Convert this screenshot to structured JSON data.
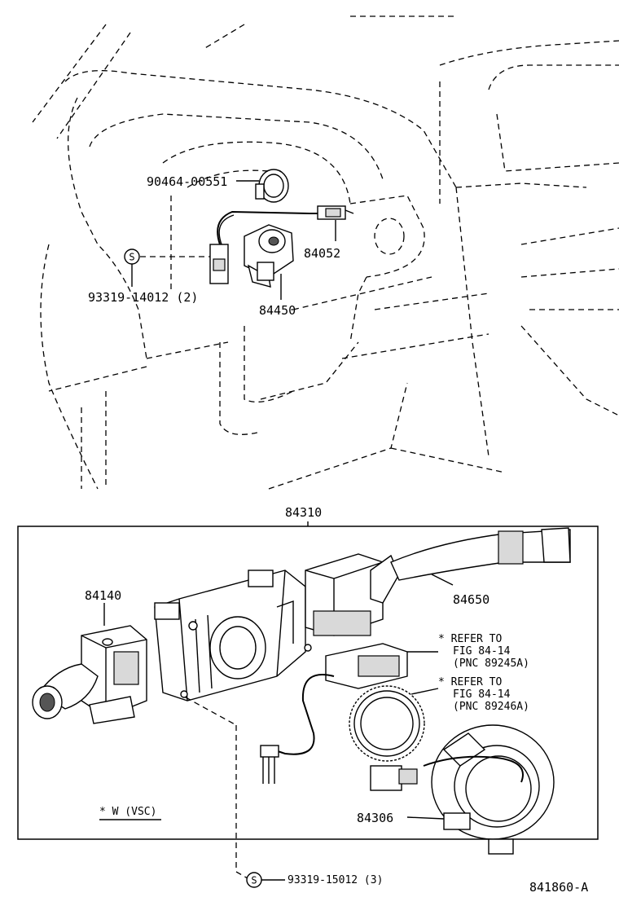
{
  "parts": {
    "clamp": "90464-00551",
    "connector": "84052",
    "ignition_switch": "84450",
    "screw_upper": "93319-14012 (2)",
    "switch_assembly": "84310",
    "light_switch": "84140",
    "wiper_switch": "84650",
    "spiral_cable": "84306",
    "screw_lower": "93319-15012 (3)"
  },
  "notes": {
    "refer1_line1": "* REFER TO",
    "refer1_line2": "FIG 84-14",
    "refer1_line3": "(PNC 89245A)",
    "refer2_line1": "* REFER TO",
    "refer2_line2": "FIG 84-14",
    "refer2_line3": "(PNC 89246A)",
    "legend": "* W (VSC)"
  },
  "symbols": {
    "screw_marker": "S"
  },
  "figure_id": "841860-A"
}
